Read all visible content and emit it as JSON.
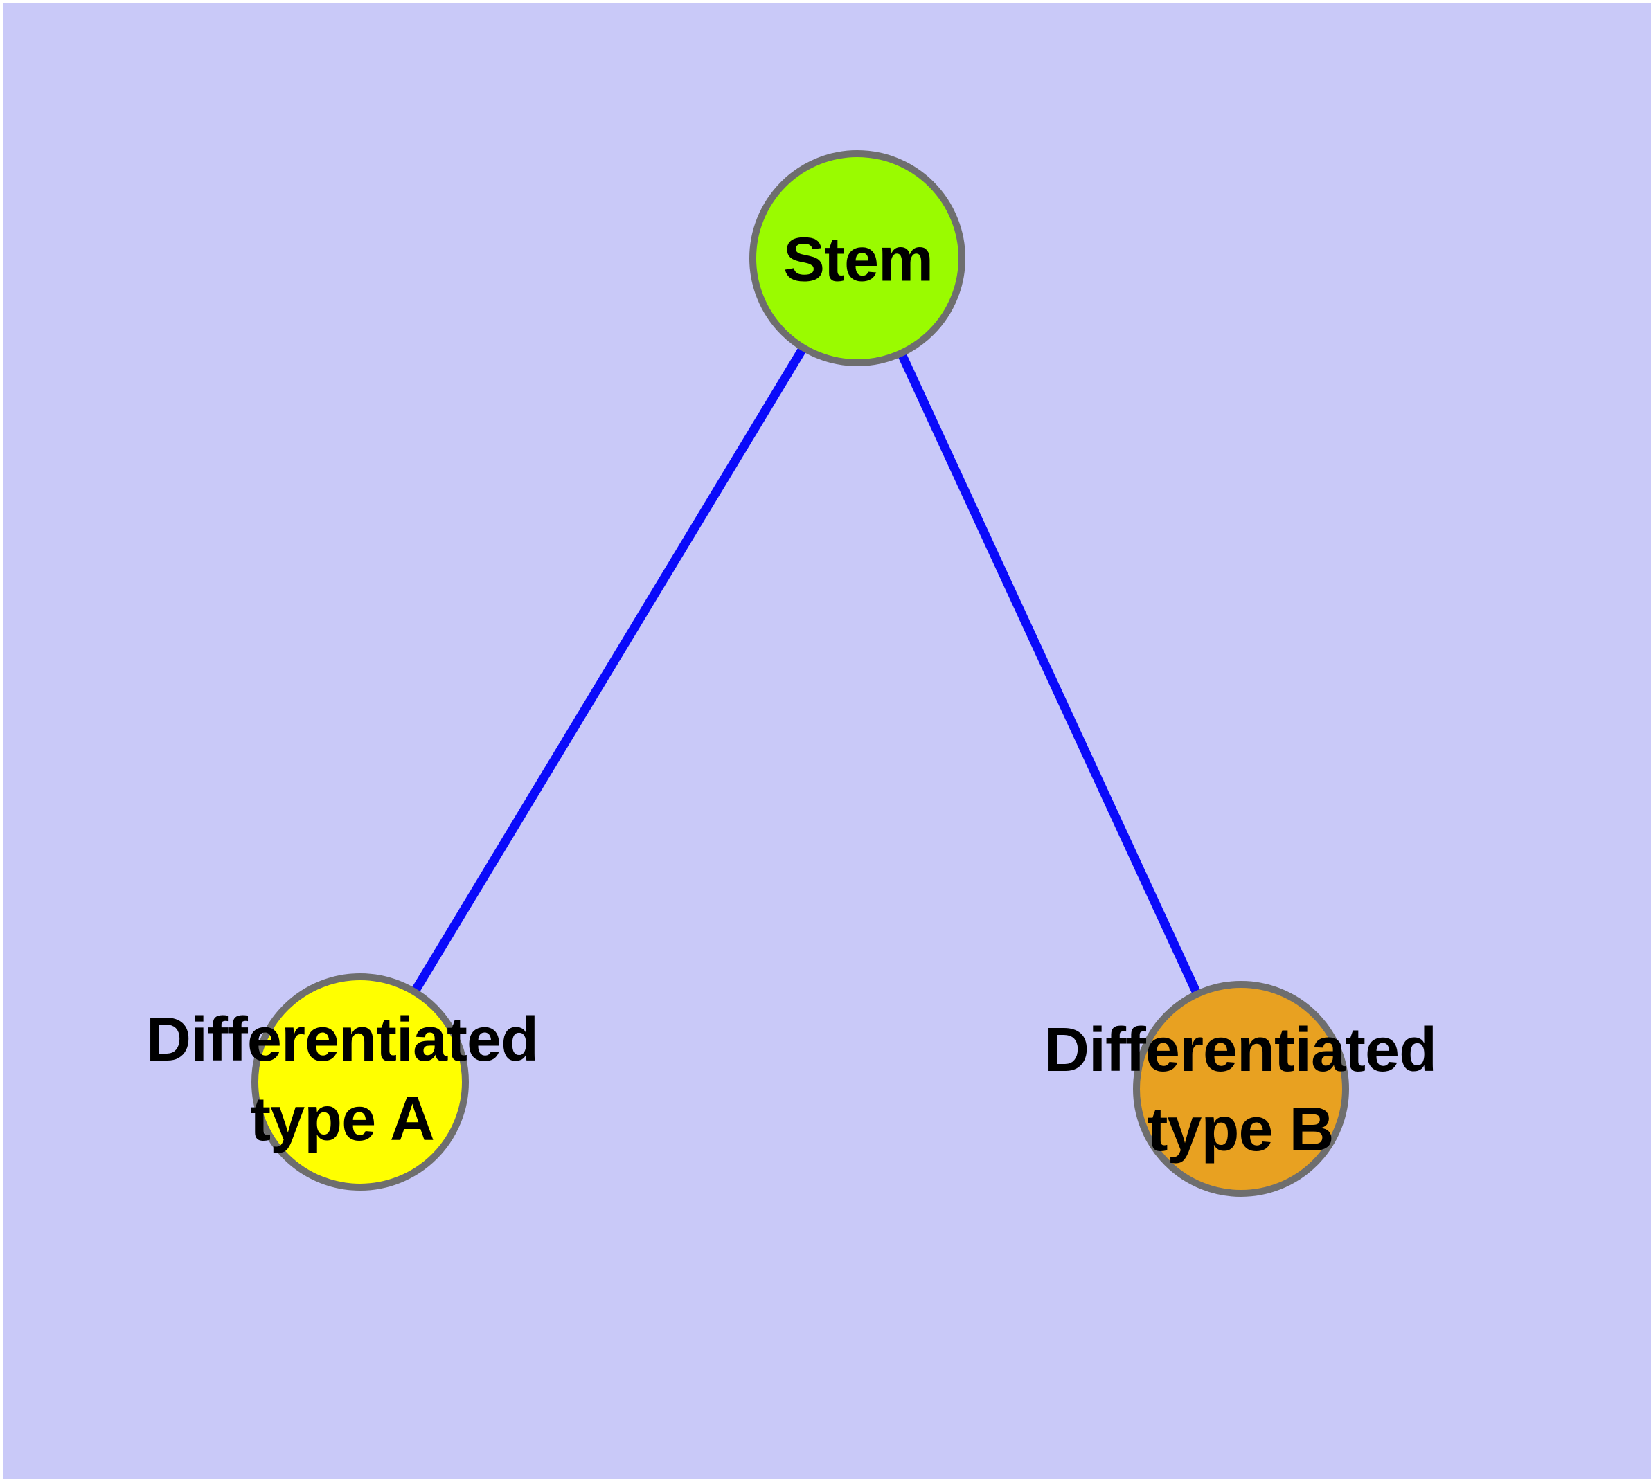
{
  "diagram": {
    "type": "node-link-graph",
    "colors": {
      "background": "#C9C9F8",
      "margin": "#FFFFFF",
      "node_border": "#6E6E6E",
      "edge": "#0A0AFA",
      "label_text": "#000000"
    },
    "nodes": [
      {
        "id": "stem",
        "label": "Stem",
        "fill": "#9AFB00"
      },
      {
        "id": "differentiated-type-a",
        "label": "Differentiated\ntype A",
        "fill": "#FFFF00"
      },
      {
        "id": "differentiated-type-b",
        "label": "Differentiated\ntype B",
        "fill": "#E8A121"
      }
    ],
    "edges": [
      {
        "from": "stem",
        "to": "differentiated-type-a"
      },
      {
        "from": "stem",
        "to": "differentiated-type-b"
      }
    ]
  }
}
